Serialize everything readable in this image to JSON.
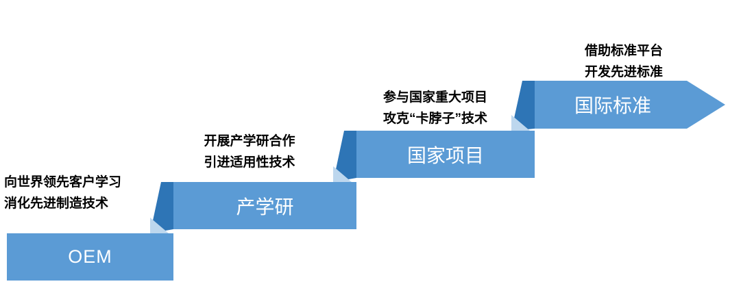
{
  "diagram": {
    "type": "step-up-process",
    "steps": [
      {
        "label": "OEM",
        "caption_line1": "向世界领先客户学习",
        "caption_line2": "消化先进制造技术"
      },
      {
        "label": "产学研",
        "caption_line1": "开展产学研合作",
        "caption_line2": "引进适用性技术"
      },
      {
        "label": "国家项目",
        "caption_line1": "参与国家重大项目",
        "caption_line2": "攻克“卡脖子”技术"
      },
      {
        "label": "国际标准",
        "caption_line1": "借助标准平台",
        "caption_line2": "开发先进标准"
      }
    ],
    "colors": {
      "bar": "#5B9BD5",
      "fold_dark": "#2E75B6",
      "fold_light": "#BDD7EE",
      "text_caption": "#000000",
      "text_label": "#FFFFFF"
    }
  }
}
